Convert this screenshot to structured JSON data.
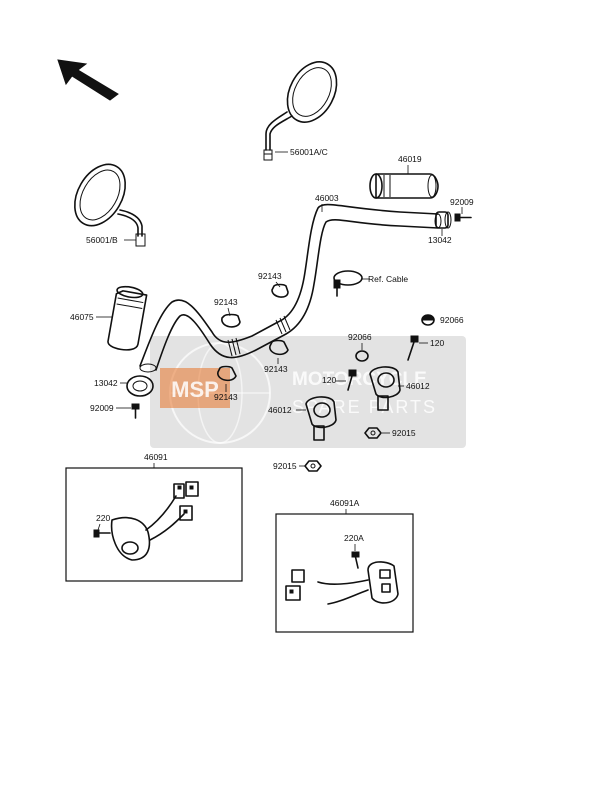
{
  "labels": {
    "mirror_right": "56001A/C",
    "mirror_left": "56001/B",
    "handlebar": "46003",
    "grip_right": "46019",
    "screw_right": "92009",
    "weight_right": "13042",
    "ref_cable": "Ref. Cable",
    "grip_left": "46075",
    "weight_left": "13042",
    "screw_left": "92009",
    "clamp_upper": "92143",
    "clamp_mid": "92143",
    "clamp_lower_right": "92143",
    "clamp_lower_left": "92143",
    "cap_right": "92066",
    "cap_mid": "92066",
    "bolt_right": "120",
    "bolt_mid": "120",
    "holder_right": "46012",
    "holder_left": "46012",
    "nut_right": "92015",
    "nut_left": "92015",
    "switch_left": "46091",
    "switch_right": "46091A",
    "screw_switch_left": "220",
    "screw_switch_right": "220A"
  },
  "watermark": {
    "logo_text": "MSP",
    "line1": "MOTORCYCLE",
    "line2": "SPARE PARTS"
  },
  "colors": {
    "line": "#111111",
    "watermark_bg": "#9a9a9a",
    "watermark_logo": "#e8742a"
  },
  "icons": {
    "direction": "arrow-up-left-icon"
  }
}
